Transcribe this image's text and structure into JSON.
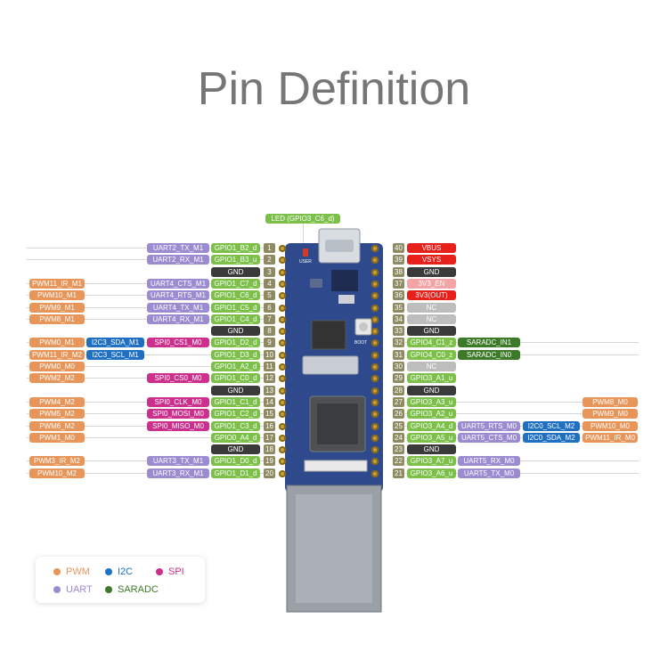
{
  "title": "Pin Definition",
  "led_label": "LED (GPIO3_C6_d)",
  "board": {
    "user_label": "USER",
    "boot_label": "BOOT"
  },
  "colors": {
    "pwm": "#e8955a",
    "uart": "#9b8bd0",
    "i2c": "#1f6fc2",
    "spi": "#cc2f8c",
    "saradc": "#3d7a28",
    "gpio": "#7cc04a",
    "red": "#e8201c",
    "pink": "#f4a3a6",
    "gnd": "#3a3a3a",
    "nc": "#bdbdbd",
    "led": "#7cc04a"
  },
  "legend": [
    {
      "label": "PWM",
      "color": "pwm"
    },
    {
      "label": "I2C",
      "color": "i2c"
    },
    {
      "label": "SPI",
      "color": "spi"
    },
    {
      "label": "UART",
      "color": "uart"
    },
    {
      "label": "SARADC",
      "color": "saradc"
    }
  ],
  "left_pins": [
    {
      "num": "1",
      "gpio": "GPIO1_B2_d",
      "f1": "UART2_TX_M1"
    },
    {
      "num": "2",
      "gpio": "GPIO1_B3_u",
      "f1": "UART2_RX_M1"
    },
    {
      "num": "3",
      "gpio": "GND"
    },
    {
      "num": "4",
      "gpio": "GPIO1_C7_d",
      "f1": "UART4_CTS_M1",
      "pwm": "PWM11_IR_M1"
    },
    {
      "num": "5",
      "gpio": "GPIO1_C6_d",
      "f1": "UART4_RTS_M1",
      "pwm": "PWM10_M1"
    },
    {
      "num": "6",
      "gpio": "GPIO1_C5_d",
      "f1": "UART4_TX_M1",
      "pwm": "PWM9_M1"
    },
    {
      "num": "7",
      "gpio": "GPIO1_C4_d",
      "f1": "UART4_RX_M1",
      "pwm": "PWM8_M1"
    },
    {
      "num": "8",
      "gpio": "GND"
    },
    {
      "num": "9",
      "gpio": "GPIO1_D2_d",
      "f1": "SPI0_CS1_M0",
      "f2": "I2C3_SDA_M1",
      "pwm": "PWM0_M1"
    },
    {
      "num": "10",
      "gpio": "GPIO1_D3_d",
      "f2": "I2C3_SCL_M1",
      "pwm": "PWM11_IR_M2"
    },
    {
      "num": "11",
      "gpio": "GPIO1_A2_d",
      "pwm": "PWM0_M0"
    },
    {
      "num": "12",
      "gpio": "GPIO1_C0_d",
      "f1": "SPI0_CS0_M0",
      "pwm": "PWM2_M2"
    },
    {
      "num": "13",
      "gpio": "GND"
    },
    {
      "num": "14",
      "gpio": "GPIO1_C1_d",
      "f1": "SPI0_CLK_M0",
      "pwm": "PWM4_M2"
    },
    {
      "num": "15",
      "gpio": "GPIO1_C2_d",
      "f1": "SPI0_MOSI_M0",
      "pwm": "PWM5_M2"
    },
    {
      "num": "16",
      "gpio": "GPIO1_C3_d",
      "f1": "SPI0_MISO_M0",
      "pwm": "PWM6_M2"
    },
    {
      "num": "17",
      "gpio": "GPIO0_A4_d",
      "pwm": "PWM1_M0"
    },
    {
      "num": "18",
      "gpio": "GND"
    },
    {
      "num": "19",
      "gpio": "GPIO1_D0_d",
      "f1": "UART3_TX_M1",
      "pwm": "PWM3_IR_M2"
    },
    {
      "num": "20",
      "gpio": "GPIO1_D1_d",
      "f1": "UART3_RX_M1",
      "pwm": "PWM10_M2"
    }
  ],
  "right_pins": [
    {
      "num": "40",
      "gpio": "VBUS"
    },
    {
      "num": "39",
      "gpio": "VSYS"
    },
    {
      "num": "38",
      "gpio": "GND"
    },
    {
      "num": "37",
      "gpio": "3V3_EN"
    },
    {
      "num": "36",
      "gpio": "3V3(OUT)"
    },
    {
      "num": "35",
      "gpio": "NC"
    },
    {
      "num": "34",
      "gpio": "NC"
    },
    {
      "num": "33",
      "gpio": "GND"
    },
    {
      "num": "32",
      "gpio": "GPIO4_C1_z",
      "f1": "SARADC_IN1"
    },
    {
      "num": "31",
      "gpio": "GPIO4_C0_z",
      "f1": "SARADC_IN0"
    },
    {
      "num": "30",
      "gpio": "NC"
    },
    {
      "num": "29",
      "gpio": "GPIO3_A1_u"
    },
    {
      "num": "28",
      "gpio": "GND"
    },
    {
      "num": "27",
      "gpio": "GPIO3_A3_u",
      "pwm": "PWM8_M0"
    },
    {
      "num": "26",
      "gpio": "GPIO3_A2_u",
      "pwm": "PWM9_M0"
    },
    {
      "num": "25",
      "gpio": "GPIO3_A4_d",
      "f1": "UART5_RTS_M0",
      "f2": "I2C0_SCL_M2",
      "pwm": "PWM10_M0"
    },
    {
      "num": "24",
      "gpio": "GPIO3_A5_u",
      "f1": "UART5_CTS_M0",
      "f2": "I2C0_SDA_M2",
      "pwm": "PWM11_IR_M0"
    },
    {
      "num": "23",
      "gpio": "GND"
    },
    {
      "num": "22",
      "gpio": "GPIO3_A7_u",
      "f1": "UART5_RX_M0"
    },
    {
      "num": "21",
      "gpio": "GPIO3_A6_u",
      "f1": "UART5_TX_M0"
    }
  ]
}
